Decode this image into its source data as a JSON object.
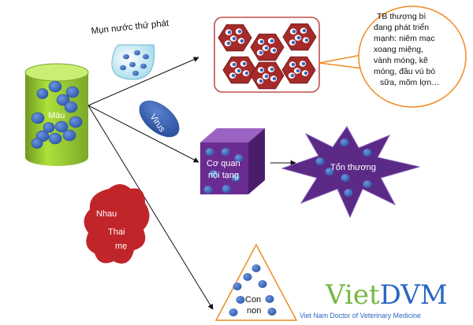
{
  "nodes": {
    "blood": "Máu",
    "vesicle": "Mụn nước thứ phát",
    "virus": "Virus",
    "organ": [
      "Cơ quan",
      "nội tạng"
    ],
    "lesion": "Tổn thương",
    "placenta": [
      "Nhau",
      "Thai",
      "mẹ"
    ],
    "offspring": [
      "Con",
      "non"
    ]
  },
  "callout": [
    "TB thượng bì",
    "đang phát triển",
    "mạnh: niêm mạc",
    "xoang miệng,",
    "vành móng, kẽ",
    "móng, đầu vú bò",
    "sữa, mõm lợn…"
  ],
  "logo": {
    "viet": "Viet",
    "dvm": "DVM",
    "tagline": "Viet Nam Doctor of Veterinary Medicine"
  },
  "colors": {
    "cylinder": "#9ACD32",
    "cell": "#4A74C4",
    "hexagon": "#A52A2A",
    "cube": "#6A2C91",
    "star": "#5B2A86",
    "virus": "#3A5FA9",
    "placenta": "#C0252A",
    "callout_border": "#F08A24"
  }
}
